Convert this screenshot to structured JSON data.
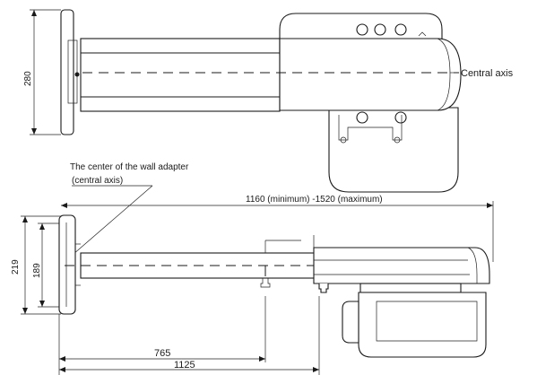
{
  "top_view": {
    "height_dim": "280",
    "axis_label": "Central axis"
  },
  "side_view": {
    "callout_line1": "The center of the wall adapter",
    "callout_line2": "(central axis)",
    "span_dim": "1160 (minimum) -1520 (maximum)",
    "outer_height_dim": "219",
    "inner_height_dim": "189",
    "dim_765": "765",
    "dim_1125": "1125"
  }
}
